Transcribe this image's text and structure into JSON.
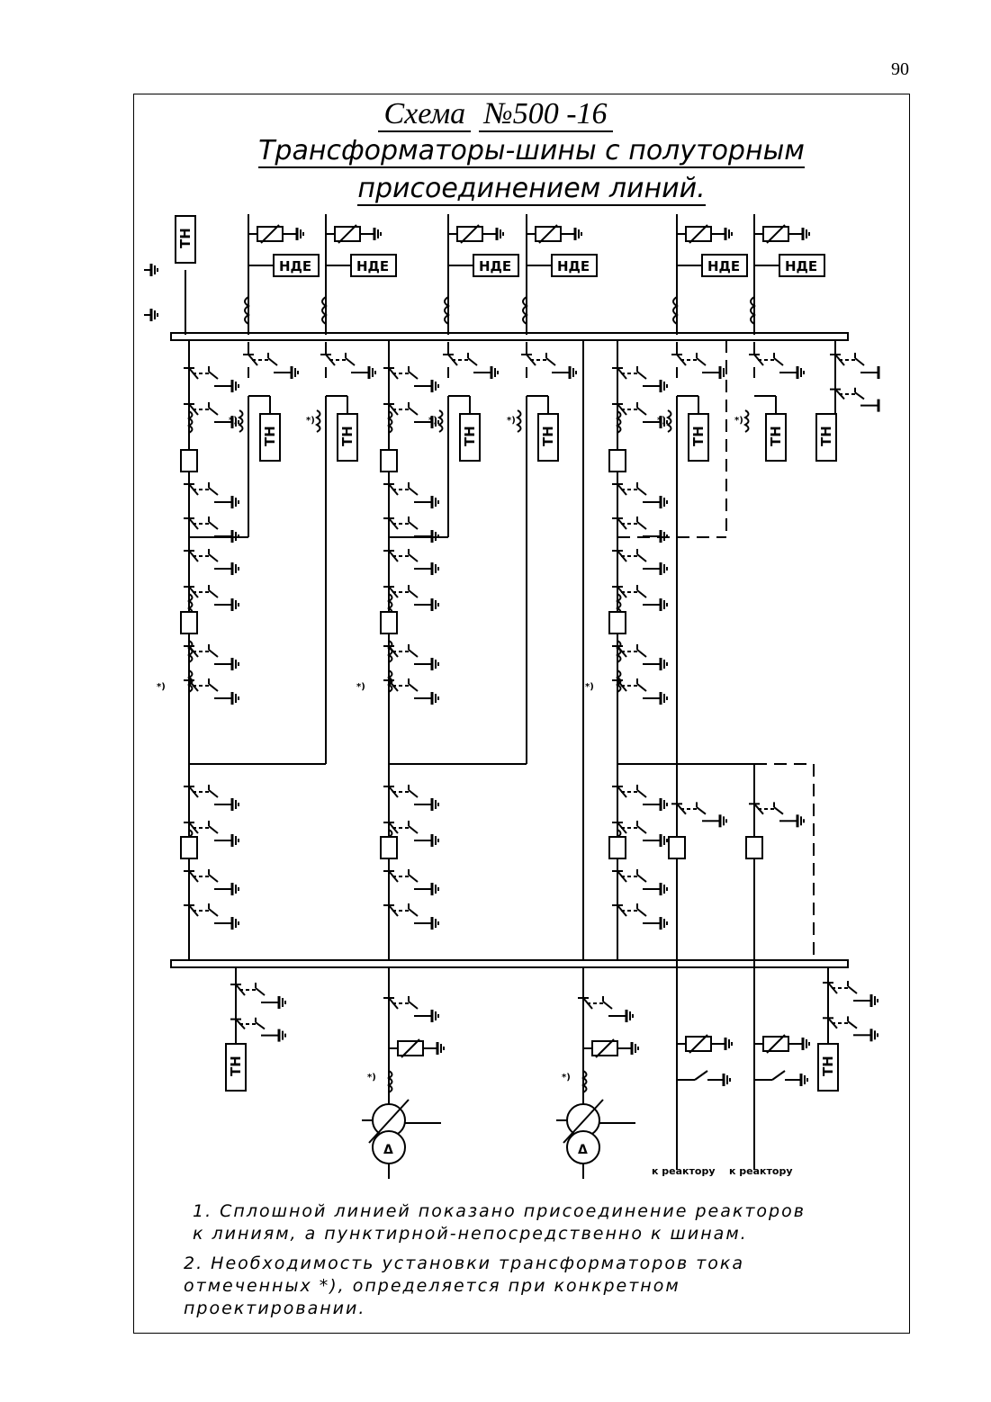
{
  "page_number": "90",
  "title": {
    "scheme_label": "Схема",
    "scheme_number": "№500 -16",
    "line2": "Трансформаторы-шины с полуторным",
    "line3": "присоединением линий."
  },
  "labels": {
    "vt": "ТН",
    "surge": "НДЕ",
    "star": "*)",
    "to_reactor": "к реактору"
  },
  "notes": [
    "1. Сплошной линией показано присоединение реакторов",
    "к линиям, а пунктирной-непосредственно к шинам.",
    "2. Необходимость установки трансформаторов тока",
    "отмеченных *), определяется при конкретном",
    "проектировании."
  ]
}
